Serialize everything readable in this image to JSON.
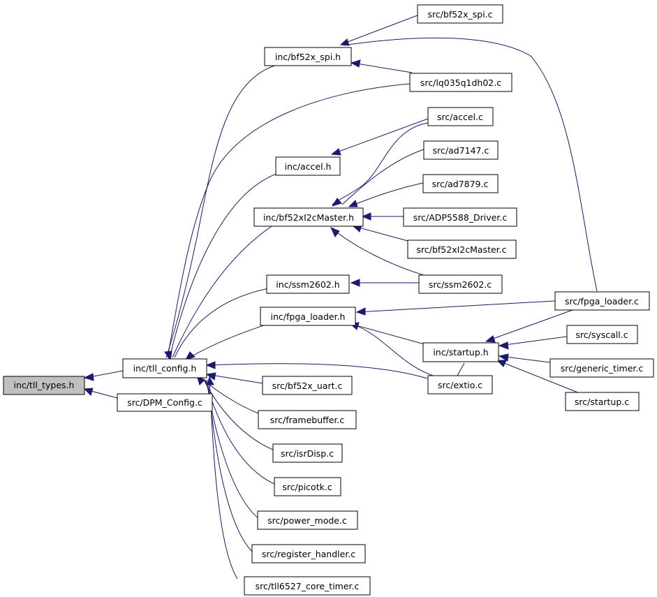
{
  "nodes": [
    {
      "id": "n_tll_types_h",
      "label": "inc/tll_types.h",
      "root": true
    },
    {
      "id": "n_tll_config_h",
      "label": "inc/tll_config.h"
    },
    {
      "id": "n_dpm_config_c",
      "label": "src/DPM_Config.c"
    },
    {
      "id": "n_bf52x_spi_h",
      "label": "inc/bf52x_spi.h"
    },
    {
      "id": "n_accel_h",
      "label": "inc/accel.h"
    },
    {
      "id": "n_bf52xi2cmaster_h",
      "label": "inc/bf52xI2cMaster.h"
    },
    {
      "id": "n_ssm2602_h",
      "label": "inc/ssm2602.h"
    },
    {
      "id": "n_fpga_loader_h",
      "label": "inc/fpga_loader.h"
    },
    {
      "id": "n_bf52x_uart_c",
      "label": "src/bf52x_uart.c"
    },
    {
      "id": "n_framebuffer_c",
      "label": "src/framebuffer.c"
    },
    {
      "id": "n_isrdisp_c",
      "label": "src/isrDisp.c"
    },
    {
      "id": "n_picotk_c",
      "label": "src/picotk.c"
    },
    {
      "id": "n_power_mode_c",
      "label": "src/power_mode.c"
    },
    {
      "id": "n_register_handler_c",
      "label": "src/register_handler.c"
    },
    {
      "id": "n_tll6527_core_timer_c",
      "label": "src/tll6527_core_timer.c"
    },
    {
      "id": "n_bf52x_spi_c",
      "label": "src/bf52x_spi.c"
    },
    {
      "id": "n_lq035q1dh02_c",
      "label": "src/lq035q1dh02.c"
    },
    {
      "id": "n_accel_c",
      "label": "src/accel.c"
    },
    {
      "id": "n_ad7147_c",
      "label": "src/ad7147.c"
    },
    {
      "id": "n_ad7879_c",
      "label": "src/ad7879.c"
    },
    {
      "id": "n_adp5588_driver_c",
      "label": "src/ADP5588_Driver.c"
    },
    {
      "id": "n_bf52xi2cmaster_c",
      "label": "src/bf52xI2cMaster.c"
    },
    {
      "id": "n_ssm2602_c",
      "label": "src/ssm2602.c"
    },
    {
      "id": "n_startup_h",
      "label": "inc/startup.h"
    },
    {
      "id": "n_extio_c",
      "label": "src/extio.c"
    },
    {
      "id": "n_fpga_loader_c",
      "label": "src/fpga_loader.c"
    },
    {
      "id": "n_syscall_c",
      "label": "src/syscall.c"
    },
    {
      "id": "n_generic_timer_c",
      "label": "src/generic_timer.c"
    },
    {
      "id": "n_startup_c",
      "label": "src/startup.c"
    }
  ],
  "edge_color": "#1a1a6e"
}
